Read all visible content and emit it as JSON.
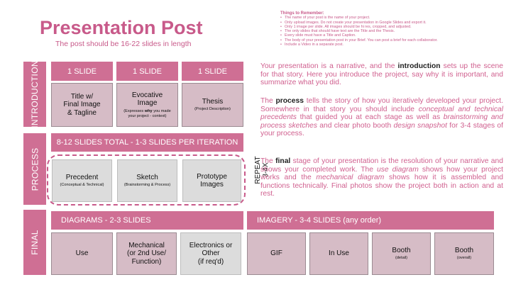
{
  "header": {
    "title": "Presentation Post",
    "subtitle": "The post should be 16-22 slides in length"
  },
  "reminders": {
    "title": "Things to Remember:",
    "items": [
      "The name of your post is the name of your project.",
      "Only upload images. Do not create your presentation in Google Slides and export it.",
      "Only 1 image per slide. All images should be hi res, cropped, and adjusted.",
      "The only slides that should have text are the Title and the Thesis.",
      "Every slide must have a Title and Caption.",
      "The body of your presentation post in your Brief. You can post a brief for each collaborator.",
      "Include a Video in a separate post."
    ]
  },
  "sections": {
    "introduction": "INTRODUCTION",
    "process": "PROCESS",
    "final": "FINAL"
  },
  "intro": {
    "headers": [
      "1 SLIDE",
      "1 SLIDE",
      "1 SLIDE"
    ],
    "box1": {
      "line1": "Title w/",
      "line2": "Final Image",
      "line3": "& Tagline"
    },
    "box2": {
      "line1": "Evocative",
      "line2": "Image",
      "small_pre": "(Expresses ",
      "small_bold": "why",
      "small_post": " you made",
      "small2": "your project - context)"
    },
    "box3": {
      "line1": "Thesis",
      "small": "(Project Description)"
    }
  },
  "process": {
    "header": "8-12 SLIDES TOTAL - 1-3 SLIDES PER ITERATION",
    "box1": {
      "label": "Precedent",
      "small": "(Conceptual & Technical)"
    },
    "box2": {
      "label": "Sketch",
      "small": "(Brainstorming & Process)"
    },
    "box3": {
      "line1": "Prototype",
      "line2": "Images"
    },
    "repeat_line1": "REPEAT",
    "repeat_line2": "3-4X"
  },
  "final": {
    "diagrams_header": "DIAGRAMS - 2-3 SLIDES",
    "imagery_header": "IMAGERY - 3-4 SLIDES (any order)",
    "use": "Use",
    "mechanical": {
      "line1": "Mechanical",
      "line2": "(or 2nd Use/",
      "line3": "Function)"
    },
    "electronics": {
      "line1": "Electronics or",
      "line2": "Other",
      "line3": "(if req'd)"
    },
    "gif": "GIF",
    "in_use": "In Use",
    "booth_detail": {
      "label": "Booth",
      "small": "(detail)"
    },
    "booth_overall": {
      "label": "Booth",
      "small": "(overall)"
    }
  },
  "body": {
    "p1_a": "Your presentation is a narrative, and the ",
    "p1_b": "introduction",
    "p1_c": " sets up the scene for that story. Here you introduce the project, say why it is important, and summarize what you did.",
    "p2_a": "The ",
    "p2_b": "process",
    "p2_c": " tells the story of how you iteratively developed your project. Somewhere in that story you should include ",
    "p2_d": "conceptual and technical precedents",
    "p2_e": " that guided you at each stage as well as ",
    "p2_f": "brainstorming and process sketches",
    "p2_g": " and clear photo booth ",
    "p2_h": "design snapshot",
    "p2_i": " for 3-4 stages of your process.",
    "p3_a": "The ",
    "p3_b": "final",
    "p3_c": " stage of your presentation is the resolution of your narrative and shows your completed work. The ",
    "p3_d": "use diagram",
    "p3_e": " shows how your project works and the ",
    "p3_f": "mechanical diagram",
    "p3_g": " shows how it is assembled and functions technically. Final photos show the project both in action and at rest."
  }
}
